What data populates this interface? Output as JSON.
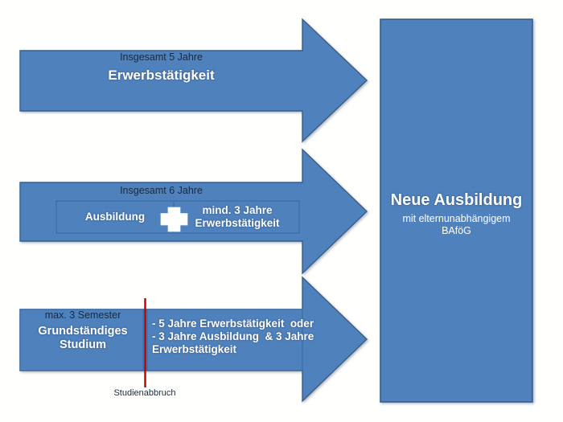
{
  "colors": {
    "fill": "#4F81BD",
    "border": "#385D8A",
    "inner_border": "#3D6FA8",
    "accent_red": "#C00000",
    "text_dark": "#1b2a3d",
    "text_light": "#ffffff",
    "background": "#fffffe"
  },
  "paths": {
    "top_arrow": {
      "subtitle": "Insgesamt 5 Jahre",
      "title": "Erwerbstätigkeit"
    },
    "middle_arrow": {
      "subtitle": "Insgesamt 6 Jahre",
      "left_box_label": "Ausbildung",
      "operator": "plus-sign",
      "right_box_label": "mind. 3 Jahre\nErwerbstätigkeit"
    },
    "bottom_arrow": {
      "subtitle": "max. 3 Semester",
      "title": "Grundständiges\nStudium",
      "conditions": "- 5 Jahre Erwerbstätigkeit  oder\n- 3 Jahre Ausbildung  & 3 Jahre\nErwerbstätigkeit",
      "dropout_marker_label": "Studienabbruch"
    }
  },
  "result_box": {
    "title": "Neue Ausbildung",
    "subtitle": "mit elternunabhängigem\nBAföG"
  }
}
